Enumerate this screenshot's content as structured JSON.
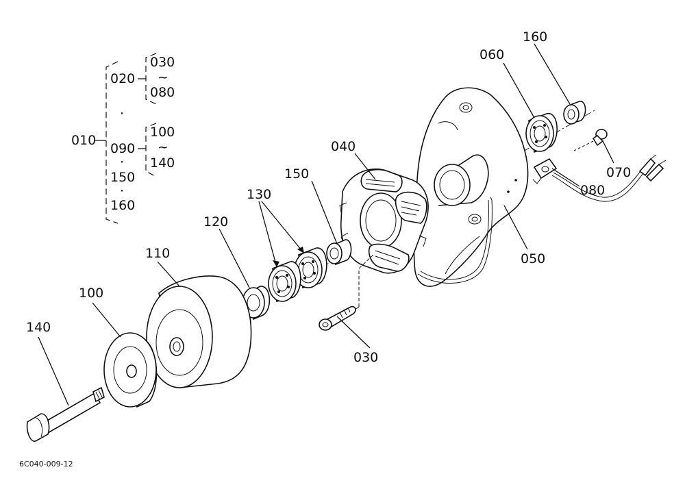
{
  "diagram": {
    "hierarchy": {
      "root": "010",
      "branch_a": {
        "code": "020",
        "range_from": "030",
        "range_sep": "~",
        "range_to": "080"
      },
      "dot_1": "·",
      "branch_b": {
        "code": "090",
        "range_from": "100",
        "range_sep": "~",
        "range_to": "140"
      },
      "dot_2": "·",
      "item_150": "150",
      "dot_3": "·",
      "item_160": "160"
    },
    "callouts": {
      "p160": "160",
      "p060": "060",
      "p040": "040",
      "p150": "150",
      "p070": "070",
      "p080": "080",
      "p130": "130",
      "p120": "120",
      "p050": "050",
      "p110": "110",
      "p100": "100",
      "p140": "140",
      "p030": "030"
    },
    "figure_code": "6C040-009-12"
  }
}
